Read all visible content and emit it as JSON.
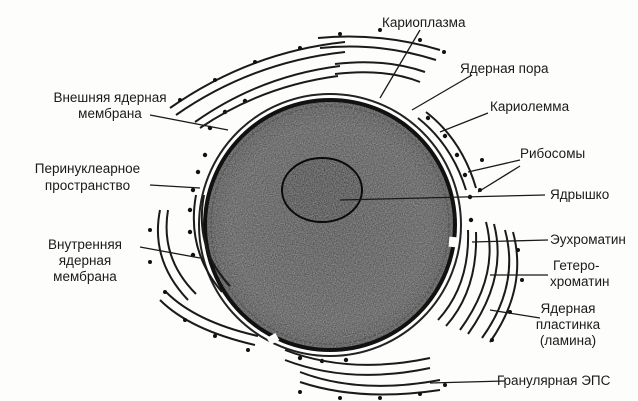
{
  "labels": {
    "karioplazma": "Кариоплазма",
    "yadernaya_pora": "Ядерная пора",
    "kariolemma": "Кариолемма",
    "ribosomy": "Рибосомы",
    "yadryshko": "Ядрышко",
    "euhromatin": "Эухроматин",
    "geterohromatin_1": "Гетеро-",
    "geterohromatin_2": "хроматин",
    "plastinka_1": "Ядерная",
    "plastinka_2": "пластинка",
    "plastinka_3": "(ламина)",
    "granular_eps": "Гранулярная ЭПС",
    "vneshnyaya_1": "Внешняя ядерная",
    "vneshnyaya_2": "мембрана",
    "perinuclear_1": "Перинуклеарное",
    "perinuclear_2": "пространство",
    "vnutrennyaya_1": "Внутренняя",
    "vnutrennyaya_2": "ядерная",
    "vnutrennyaya_3": "мембрана"
  },
  "colors": {
    "ink": "#1a1a1a",
    "nucleoplasm": "#3a3a3a",
    "nucleolus": "#161616",
    "background": "#fdfdfb"
  }
}
